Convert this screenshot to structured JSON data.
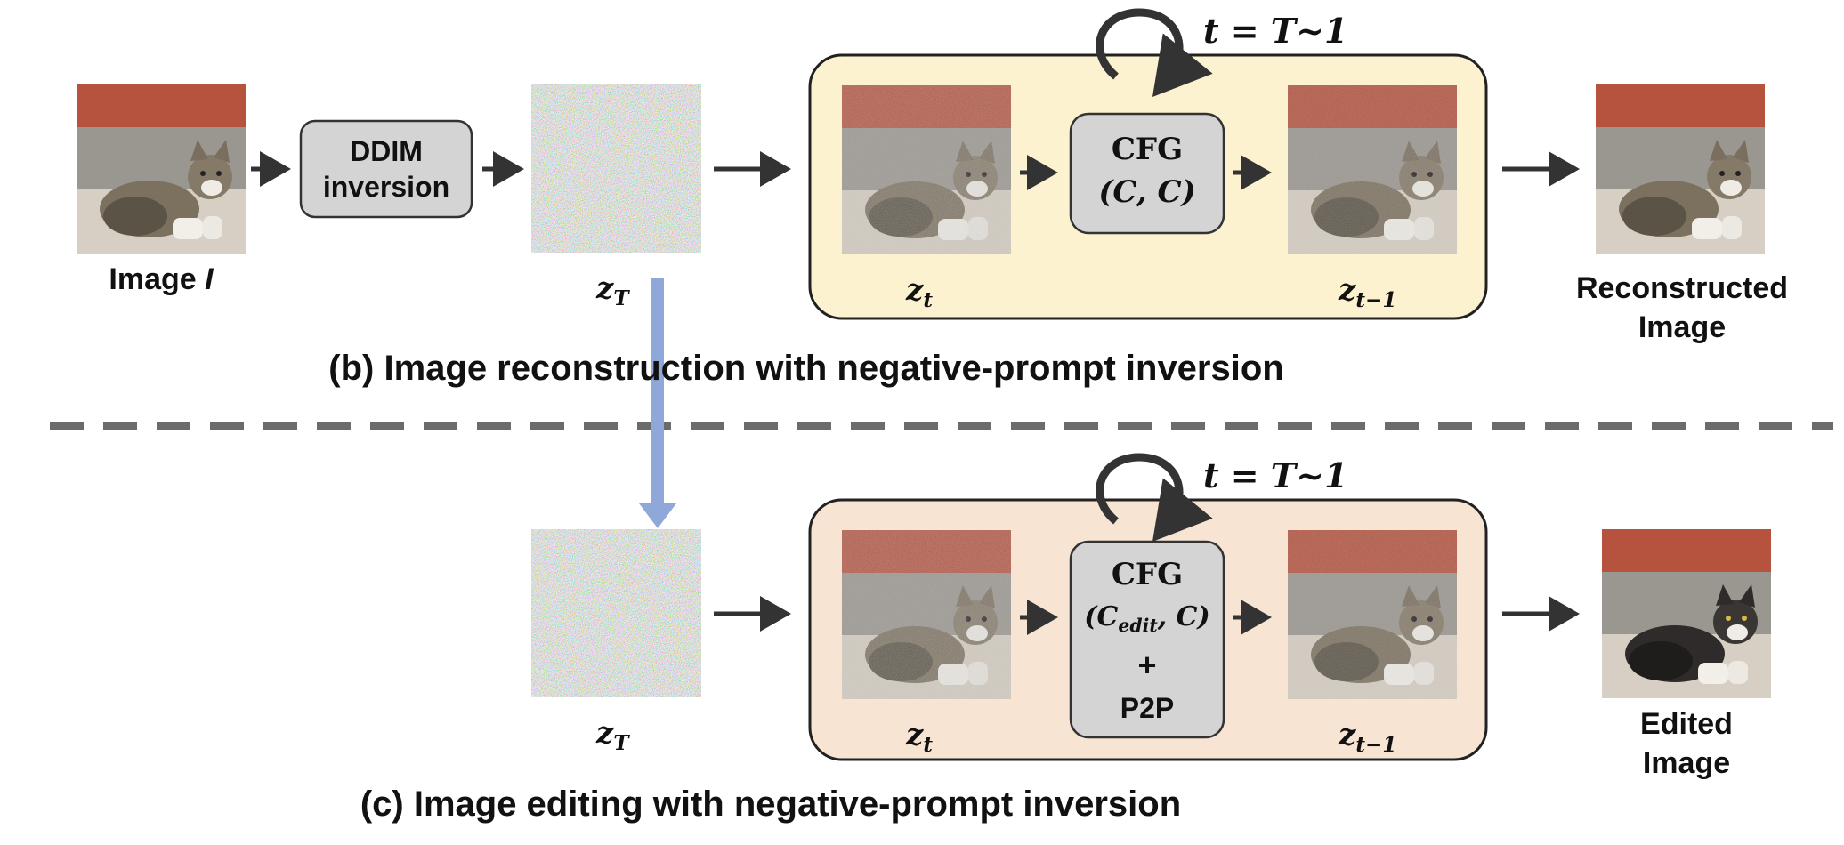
{
  "image_i_label": "Image ",
  "image_i_var": "I",
  "ddim_line1": "DDIM",
  "ddim_line2": "inversion",
  "zT_base": "z",
  "zT_sub": "T",
  "zt_base": "z",
  "zt_sub": "t",
  "ztm1_base": "z",
  "ztm1_sub": "t−1",
  "loop_label_b": "t = T~1",
  "loop_label_c": "t = T~1",
  "cfg_b_title": "CFG",
  "cfg_b_args": "(C, C)",
  "cfg_c_title": "CFG",
  "cfg_c_arg_base": "(C",
  "cfg_c_arg_sub": "edit",
  "cfg_c_arg_rest": ", C)",
  "cfg_c_plus": "+",
  "cfg_c_p2p": "P2P",
  "recon_line1": "Reconstructed",
  "recon_line2": "Image",
  "edited_line1": "Edited",
  "edited_line2": "Image",
  "title_b": "(b) Image reconstruction with negative-prompt inversion",
  "title_c": "(c) Image editing with negative-prompt inversion",
  "colors": {
    "panel_b_fill": "#fdf2cf",
    "panel_c_fill": "#f8e4d2",
    "box_fill": "#d4d4d4",
    "arrow": "#333333",
    "blue_arrow": "#8fa8d9",
    "dashed": "#6b6b6b"
  },
  "icons": [
    "cat-photo",
    "noise-image",
    "noisy-cat-photo",
    "loop-arrow-icon"
  ]
}
